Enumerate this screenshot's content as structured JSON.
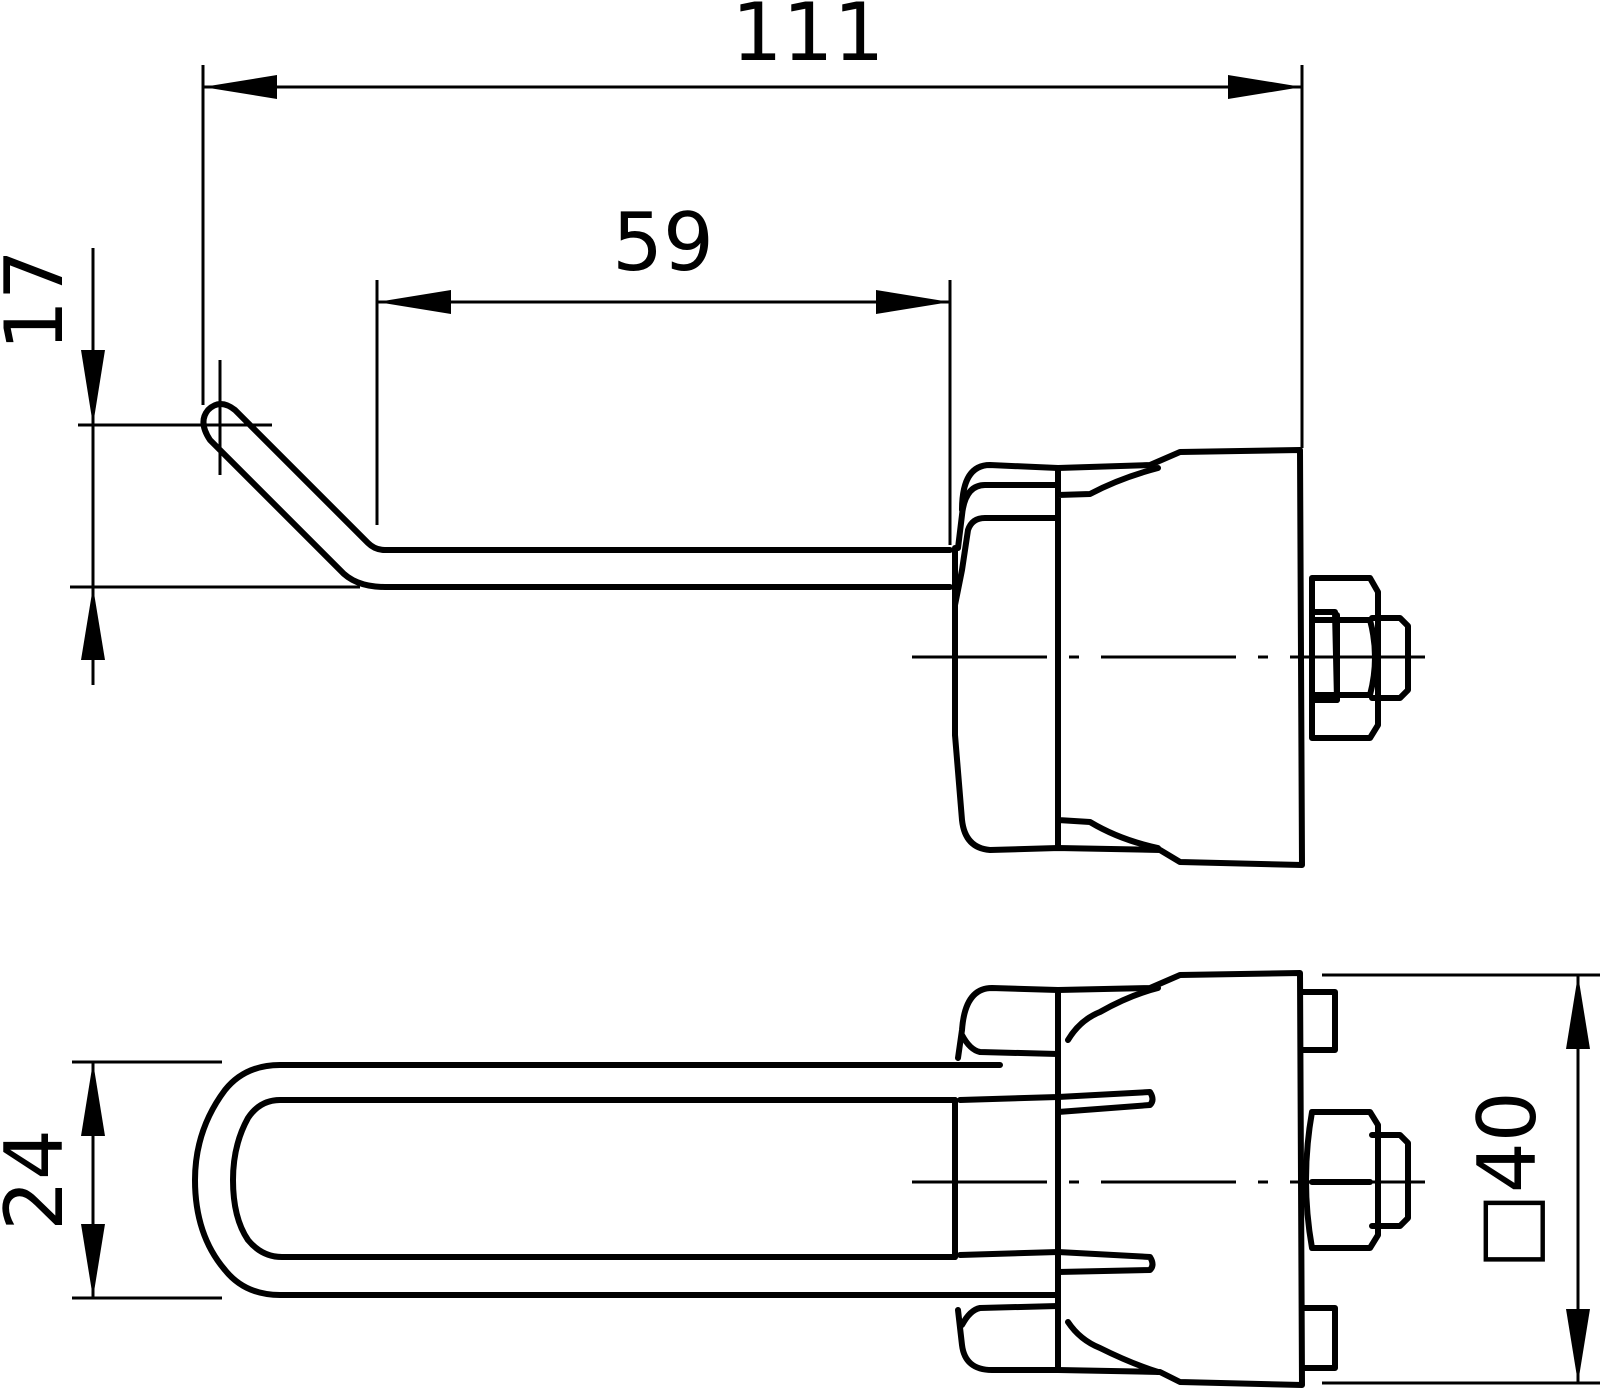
{
  "drawing": {
    "dimensions": {
      "overall_length": "111",
      "straight_length": "59",
      "offset_height": "17",
      "bar_width": "24",
      "square_size": "□40"
    },
    "line_color": "#000000",
    "background": "#ffffff"
  }
}
